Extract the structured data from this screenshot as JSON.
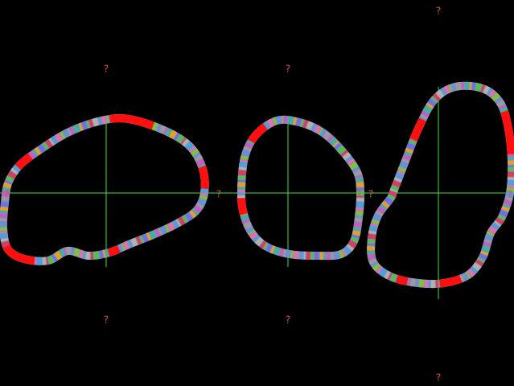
{
  "background_color": "#000000",
  "axis_color": "#39e639",
  "marker_color": "#d8503a",
  "marker_label": "?",
  "highlight_color": "#ff1010",
  "stripe_palette": [
    "#6a8fd8",
    "#9a9aa0",
    "#c060c0",
    "#40b0a0",
    "#e0a030",
    "#7070e0",
    "#50c050",
    "#d04060",
    "#b0b0b0",
    "#4aa0e0",
    "#e070b0",
    "#80c040"
  ],
  "shapes": [
    {
      "name": "left-loop"
    },
    {
      "name": "middle-loop"
    },
    {
      "name": "right-loop"
    }
  ]
}
